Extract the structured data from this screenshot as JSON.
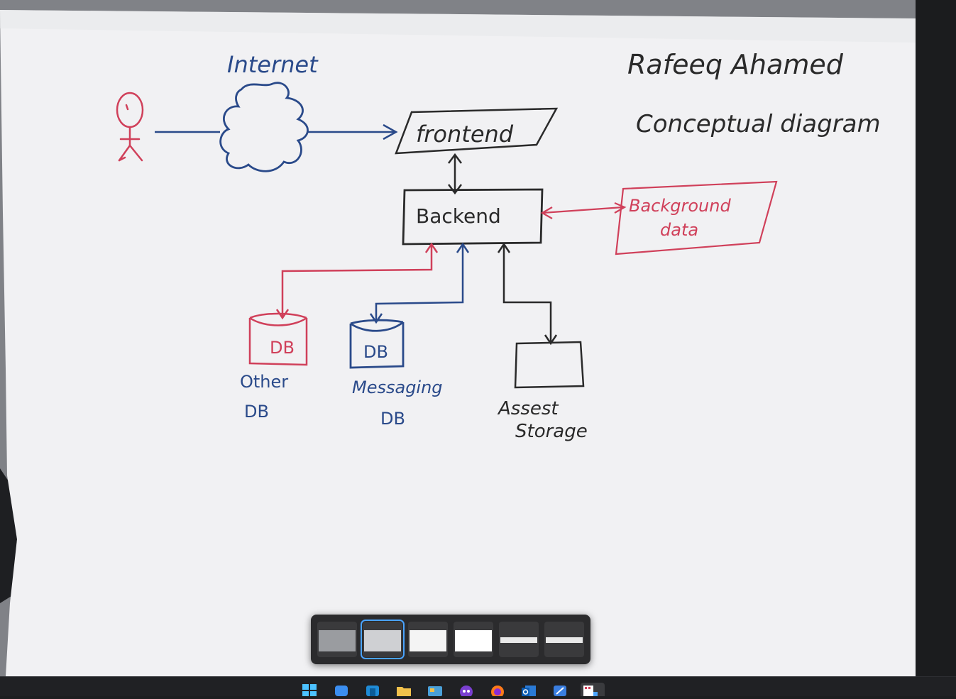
{
  "diagram": {
    "author": "Rafeeq Ahamed",
    "caption": "Conceptual diagram",
    "internet_label": "Internet",
    "frontend_label": "frontend",
    "backend_label": "Backend",
    "background_data_line1": "Background",
    "background_data_line2": "data",
    "other_db_cylinder": "DB",
    "other_db_line1": "Other",
    "other_db_line2": "DB",
    "messaging_db_cylinder": "DB",
    "messaging_db_line1": "Messaging",
    "messaging_db_line2": "DB",
    "asset_line1": "Assest",
    "asset_line2": "Storage"
  },
  "colors": {
    "ink_black": "#2a2a2a",
    "ink_blue": "#2a4a8a",
    "ink_red": "#d0405a",
    "paper": "#f4f4f6"
  },
  "switcher": {
    "thumbnails": [
      {
        "name": "window-thumb-1",
        "active": false
      },
      {
        "name": "window-thumb-2",
        "active": true
      },
      {
        "name": "window-thumb-3",
        "active": false
      },
      {
        "name": "window-thumb-4",
        "active": false
      },
      {
        "name": "window-thumb-5",
        "active": false
      },
      {
        "name": "window-thumb-6",
        "active": false
      }
    ]
  },
  "taskbar": {
    "icons": [
      "windows-start-icon",
      "app-icon",
      "vscode-icon",
      "file-explorer-icon",
      "control-panel-icon",
      "teams-icon",
      "firefox-icon",
      "outlook-icon",
      "azure-icon",
      "snipping-tool-icon"
    ]
  }
}
